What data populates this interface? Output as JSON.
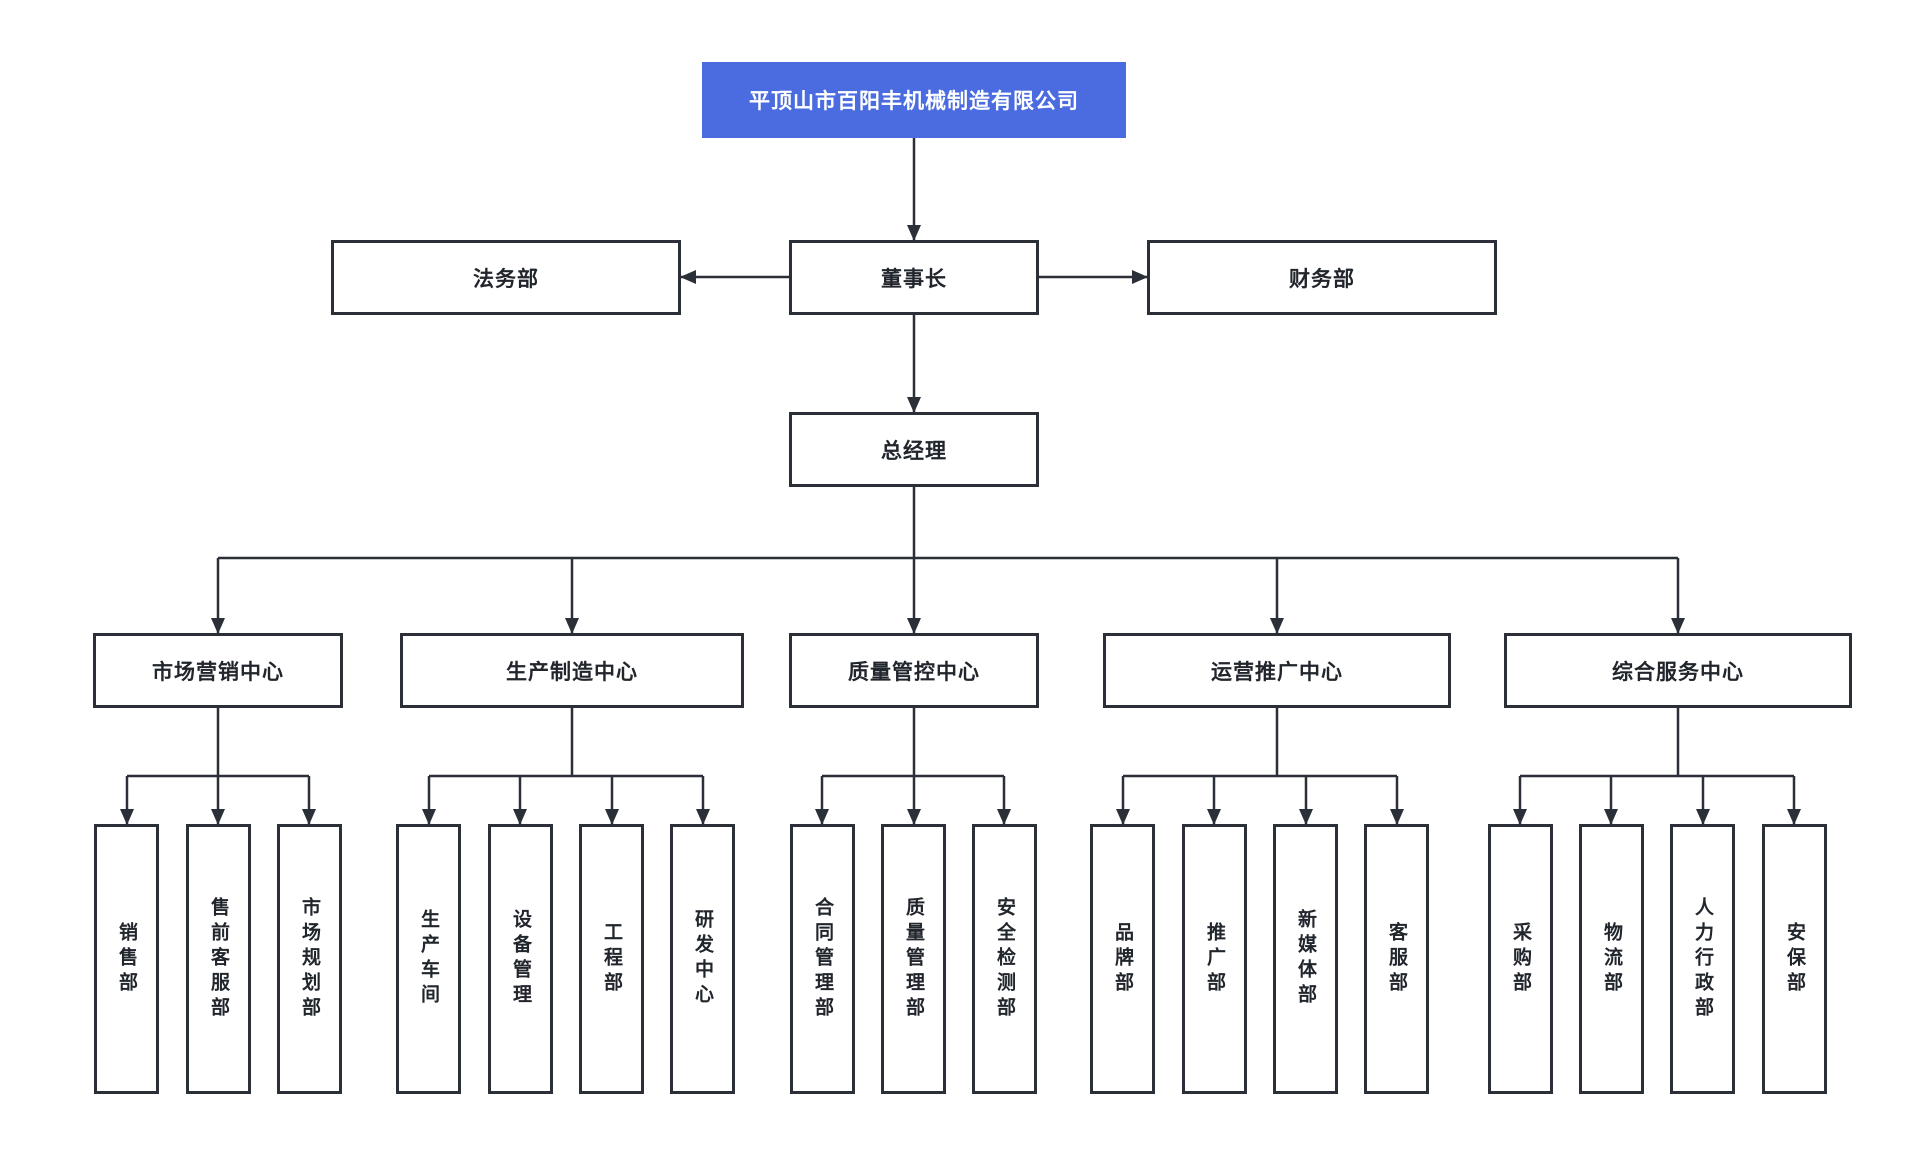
{
  "title": "平顶山市百阳丰机械制造有限公司",
  "level2": {
    "legal": "法务部",
    "chairman": "董事长",
    "finance": "财务部"
  },
  "level3": {
    "general_manager": "总经理"
  },
  "centers": [
    {
      "label": "市场营销中心",
      "departments": [
        "销售部",
        "售前客服部",
        "市场规划部"
      ]
    },
    {
      "label": "生产制造中心",
      "departments": [
        "生产车间",
        "设备管理",
        "工程部",
        "研发中心"
      ]
    },
    {
      "label": "质量管控中心",
      "departments": [
        "合同管理部",
        "质量管理部",
        "安全检测部"
      ]
    },
    {
      "label": "运营推广中心",
      "departments": [
        "品牌部",
        "推广部",
        "新媒体部",
        "客服部"
      ]
    },
    {
      "label": "综合服务中心",
      "departments": [
        "采购部",
        "物流部",
        "人力行政部",
        "安保部"
      ]
    }
  ],
  "colors": {
    "accent_blue": "#4a6ce0",
    "line": "#2a2f38",
    "background": "#ffffff"
  }
}
